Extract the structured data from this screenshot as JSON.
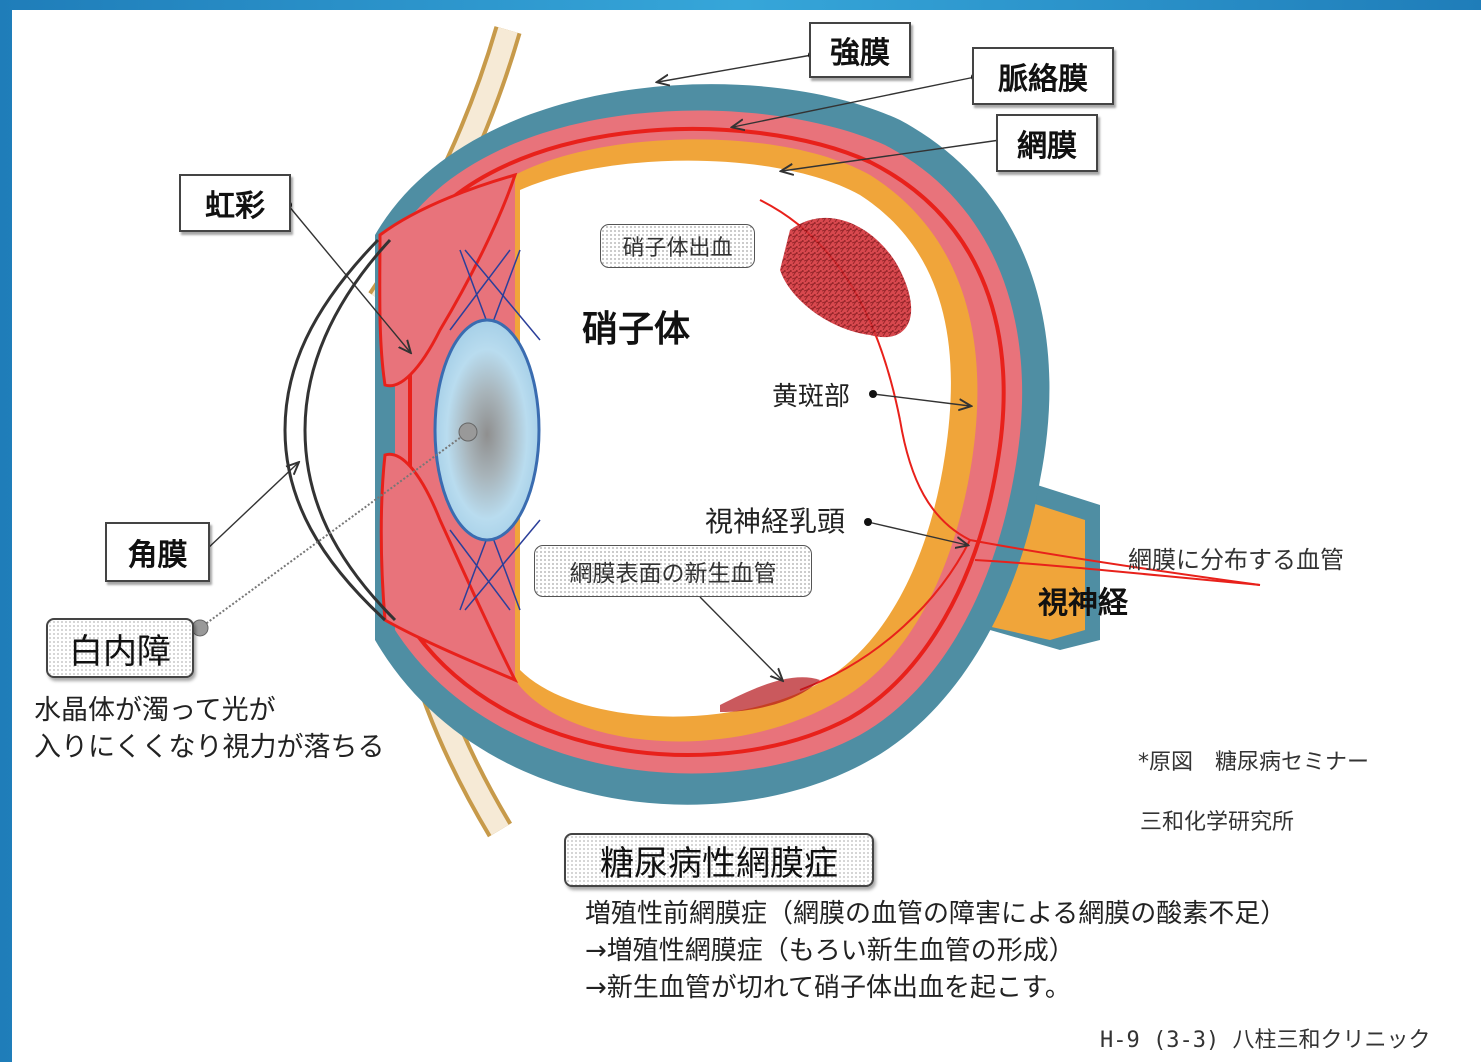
{
  "labels": {
    "sclera": "強膜",
    "choroid": "脈絡膜",
    "retina": "網膜",
    "iris": "虹彩",
    "cornea": "角膜",
    "vitreous": "硝子体",
    "vitreous_hemorrhage": "硝子体出血",
    "macula": "黄斑部",
    "optic_disc": "視神経乳頭",
    "neovascularization": "網膜表面の新生血管",
    "retinal_vessels": "網膜に分布する血管",
    "optic_nerve": "視神経"
  },
  "cataract": {
    "title": "白内障",
    "desc_line1": "水晶体が濁って光が",
    "desc_line2": "入りにくくなり視力が落ちる"
  },
  "source": {
    "line1": "*原図　糖尿病セミナー",
    "line2": "三和化学研究所"
  },
  "retinopathy": {
    "title": "糖尿病性網膜症",
    "line1": "増殖性前網膜症（網膜の血管の障害による網膜の酸素不足）",
    "line2": "→増殖性網膜症（もろい新生血管の形成）",
    "line3": "→新生血管が切れて硝子体出血を起こす。"
  },
  "footer": "H-9 (3-3) 八柱三和クリニック",
  "colors": {
    "sclera": "#4f8ea3",
    "choroid": "#e8737b",
    "retina": "#f0a53a",
    "vessel": "#e8211b",
    "lens": "#a9d3ea",
    "hemorrhage": "#b31218"
  }
}
